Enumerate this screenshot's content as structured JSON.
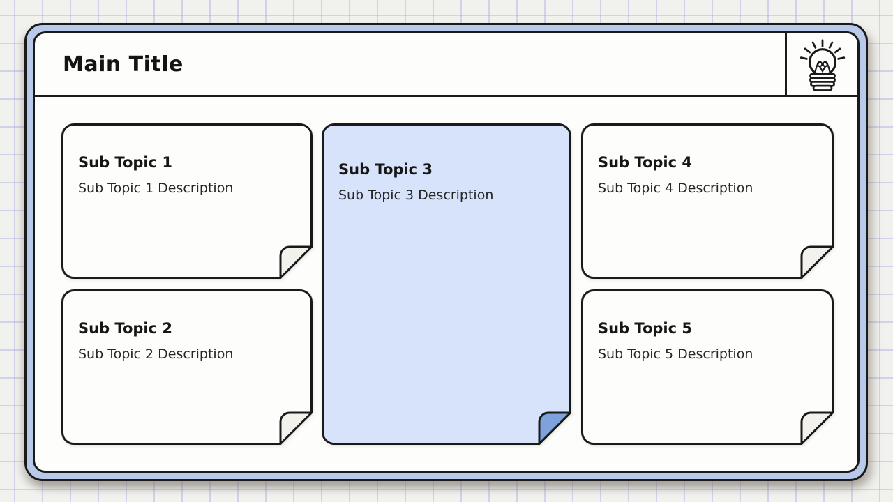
{
  "header": {
    "title": "Main Title",
    "icon": "lightbulb-icon"
  },
  "cards": [
    {
      "title": "Sub Topic 1",
      "description": "Sub Topic 1 Description",
      "highlighted": false
    },
    {
      "title": "Sub Topic 2",
      "description": "Sub Topic 2 Description",
      "highlighted": false
    },
    {
      "title": "Sub Topic 3",
      "description": "Sub Topic 3 Description",
      "highlighted": true
    },
    {
      "title": "Sub Topic 4",
      "description": "Sub Topic 4 Description",
      "highlighted": false
    },
    {
      "title": "Sub Topic 5",
      "description": "Sub Topic 5 Description",
      "highlighted": false
    }
  ],
  "colors": {
    "background": "#f1f1ee",
    "grid_line": "#d8dbf0",
    "frame_accent": "#b9c9e9",
    "board_bg": "#fdfdfc",
    "border": "#1a1a1a",
    "card_bg": "#fdfdfc",
    "card_highlight_bg": "#d7e3fb",
    "fold": "#f2f1ec",
    "fold_highlight": "#7da2dc"
  }
}
